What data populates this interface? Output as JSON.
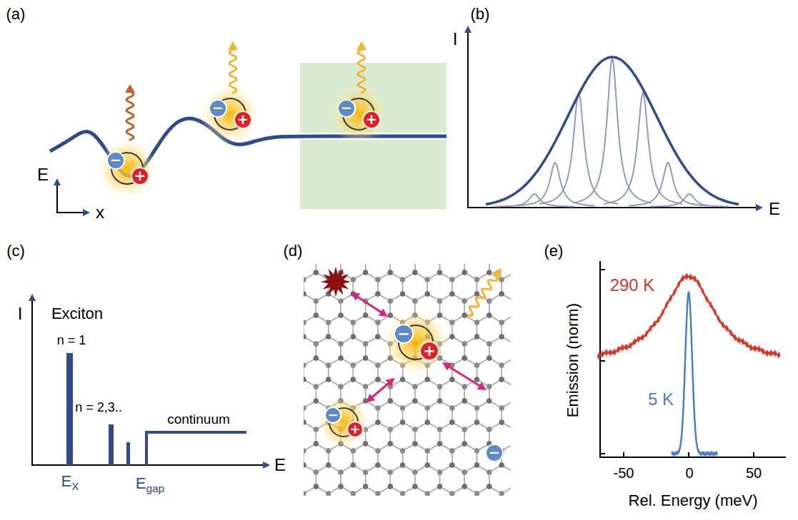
{
  "diagram": {
    "nodes": [
      {
        "text": [
          "−"
        ]
      },
      {
        "text": [
          "+"
        ]
      },
      {
        "text": [
          "−"
        ]
      },
      {
        "text": [
          "+"
        ]
      },
      {
        "text": [
          "−"
        ]
      },
      {
        "text": [
          "+"
        ]
      },
      {
        "text": [
          "−"
        ]
      },
      {
        "text": [
          "+"
        ]
      },
      {
        "text": [
          "−"
        ]
      },
      {
        "text": [
          "+"
        ]
      },
      {
        "text": [
          "−"
        ]
      }
    ],
    "labels": [
      "(a)",
      "E",
      "x",
      "(b)",
      "I",
      "E",
      "(c)",
      "I",
      "Exciton",
      "n = 1",
      "n = 2,3..",
      "continuum",
      "EX",
      "Egap",
      "E",
      "(d)",
      "(e)",
      "290 K",
      "5 K",
      "Emission (norm)",
      "Rel. Energy (meV)",
      "-50",
      "0",
      "50"
    ]
  }
}
